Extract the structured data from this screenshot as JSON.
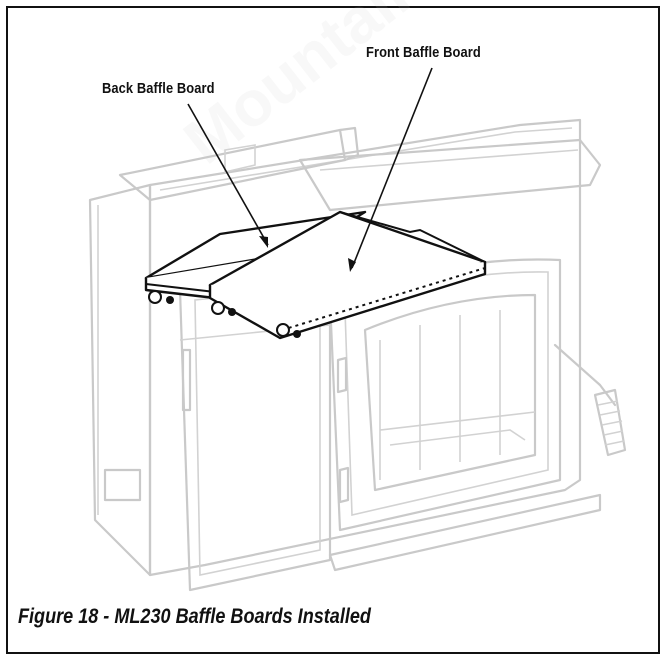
{
  "labels": {
    "back_baffle_board": "Back Baffle Board",
    "front_baffle_board": "Front Baffle Board"
  },
  "caption": "Figure 18 - ML230 Baffle Boards Installed",
  "watermark": "Mountain"
}
